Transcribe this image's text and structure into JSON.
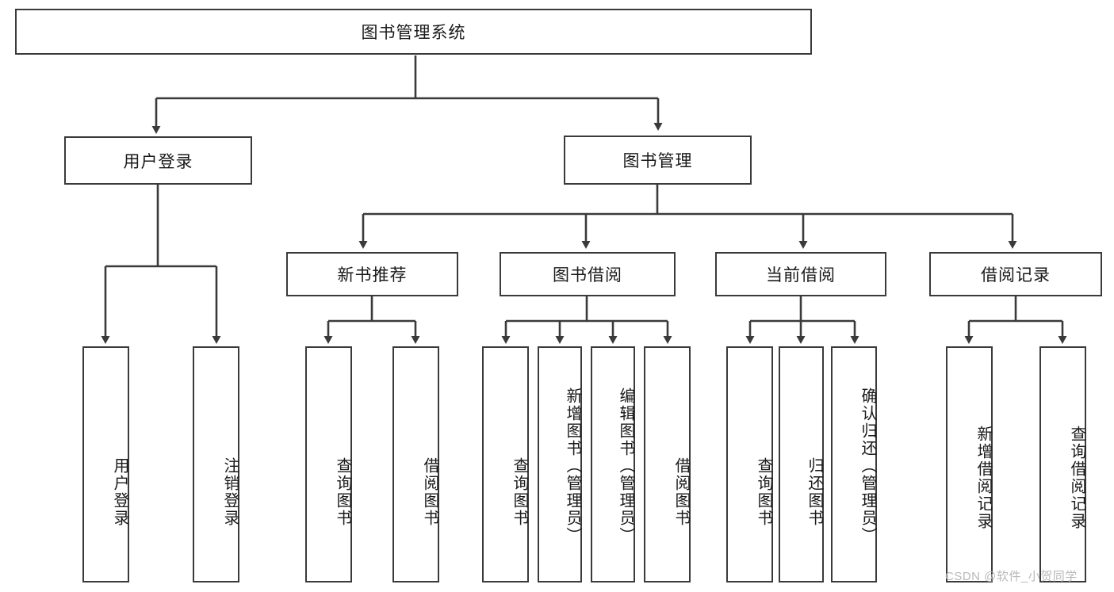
{
  "diagram": {
    "title": "图书管理系统",
    "type": "tree-hierarchy-chart",
    "root": {
      "label": "图书管理系统"
    },
    "level2": [
      {
        "label": "用户登录"
      },
      {
        "label": "图书管理"
      }
    ],
    "level3": [
      {
        "label": "新书推荐"
      },
      {
        "label": "图书借阅"
      },
      {
        "label": "当前借阅"
      },
      {
        "label": "借阅记录"
      }
    ],
    "leaves": {
      "user_login": [
        {
          "label": "用户登录"
        },
        {
          "label": "注销登录"
        }
      ],
      "new_book_recommend": [
        {
          "label": "查询图书"
        },
        {
          "label": "借阅图书"
        }
      ],
      "book_borrow": [
        {
          "label": "查询图书"
        },
        {
          "label": "新增图书（管理员）"
        },
        {
          "label": "编辑图书（管理员）"
        },
        {
          "label": "借阅图书"
        }
      ],
      "current_borrow": [
        {
          "label": "查询图书"
        },
        {
          "label": "归还图书"
        },
        {
          "label": "确认归还（管理员）"
        }
      ],
      "borrow_record": [
        {
          "label": "新增借阅记录"
        },
        {
          "label": "查询借阅记录"
        }
      ]
    }
  },
  "watermark": {
    "text": "CSDN @软件_小贺同学"
  },
  "colors": {
    "border": "#3a3a3a",
    "text": "#1a1a1a",
    "background": "#ffffff",
    "watermark": "#b9b9b9"
  }
}
